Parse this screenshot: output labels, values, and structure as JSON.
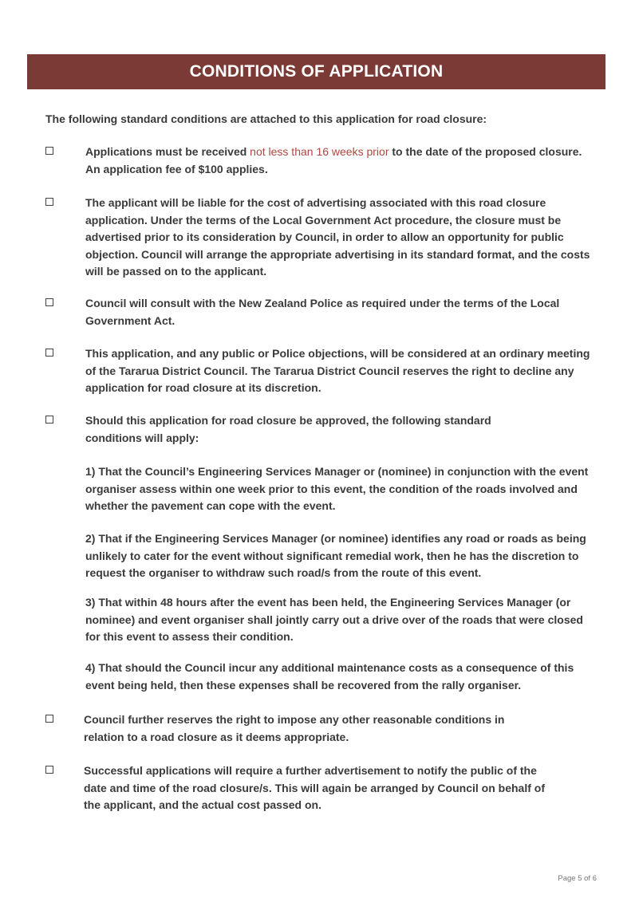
{
  "header": {
    "title": "CONDITIONS OF APPLICATION"
  },
  "intro": "The following standard conditions are attached to this application for road closure:",
  "conditions": [
    {
      "pre": "Applications must be received ",
      "highlight": "not less than 16 weeks prior",
      "post": " to the date of the proposed closure. An application fee of $100 applies."
    },
    {
      "text": "The applicant will be liable for the cost of advertising associated with this road closure application. Under the terms of the Local Government Act procedure, the closure must be advertised prior to its consideration by Council, in order to allow an opportunity for public objection. Council will arrange the appropriate advertising in its standard format, and the costs will be passed on to the applicant."
    },
    {
      "text": "Council will consult with the New Zealand Police as required under the terms of the Local Government Act."
    },
    {
      "text": "This application, and any public or Police objections, will be considered at an ordinary meeting of the Tararua District Council. The Tararua District Council reserves the right to decline any application for road closure at its discretion."
    },
    {
      "text": "Should this application for road closure be approved, the following standard conditions will apply:"
    },
    {
      "text": "Council further reserves the right to impose any other reasonable conditions in relation to a road closure as it deems appropriate."
    },
    {
      "text": "Successful applications will require a further advertisement to notify the public of the date and time of the road closure/s. This will again be arranged by Council on behalf of the applicant, and the actual cost passed on."
    }
  ],
  "sub_conditions": [
    "1) That the Council’s Engineering Services Manager or (nominee)  in conjunction with the event organiser assess within one week prior to this event, the condition of the roads involved and whether the pavement can cope with the event.",
    "2) That if the Engineering Services Manager (or nominee) identifies any road or roads as being unlikely to cater for the event without significant remedial work, then he has the discretion to request the organiser to withdraw such road/s from the route of this event.",
    "3) That within 48 hours after the event has been held, the Engineering Services Manager (or nominee) and event organiser shall jointly carry out a drive over of the roads that were closed for this event to assess their condition.",
    "4) That should the Council incur any additional maintenance costs as a consequence of this event being held, then these expenses shall be recovered from the rally organiser."
  ],
  "footer": {
    "page": "Page 5 of 6"
  },
  "colors": {
    "banner": "#7b3a35",
    "highlight": "#b0473f"
  }
}
